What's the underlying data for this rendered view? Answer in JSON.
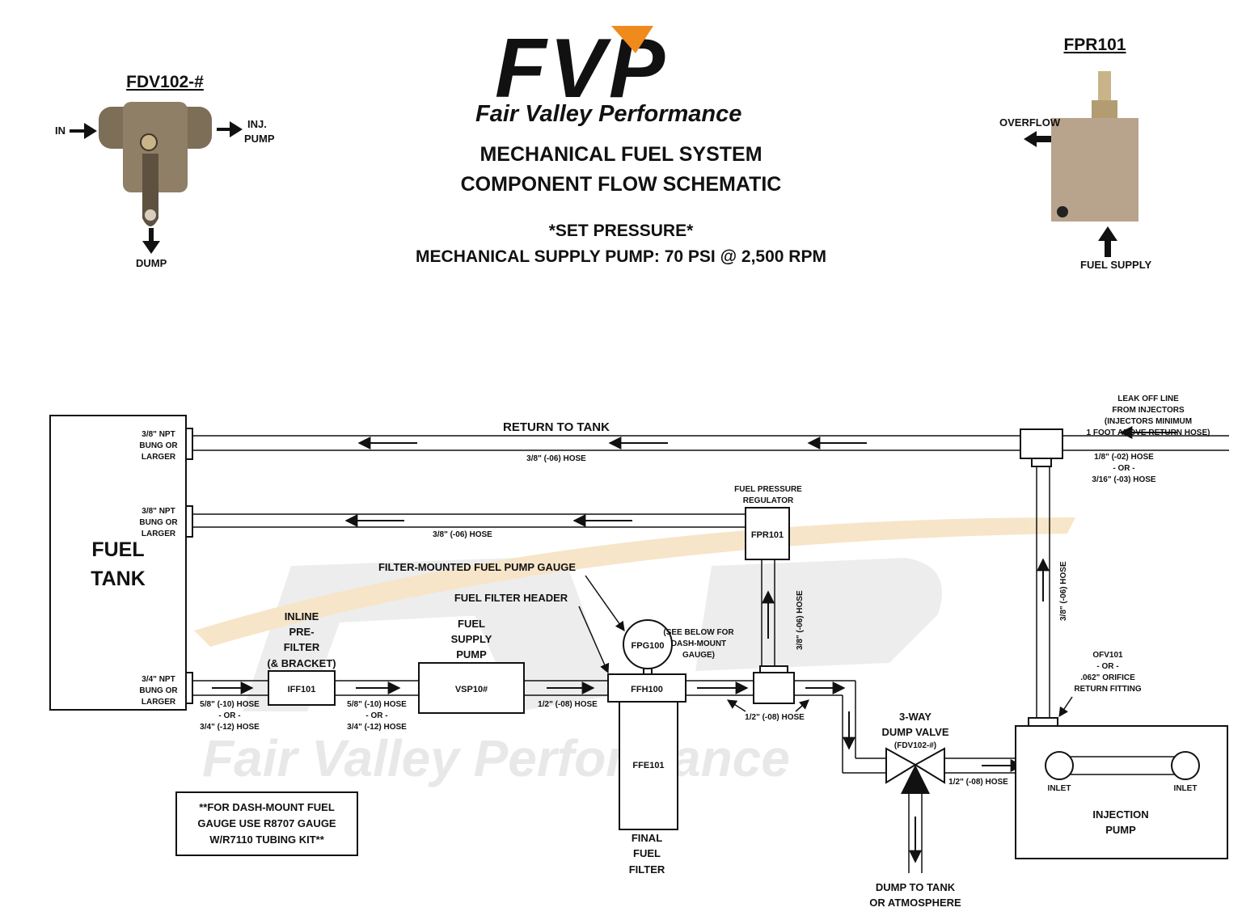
{
  "logo": {
    "letters": "FVP",
    "company": "Fair Valley Performance"
  },
  "title": {
    "line1": "MECHANICAL FUEL SYSTEM",
    "line2": "COMPONENT FLOW SCHEMATIC"
  },
  "pressure": {
    "line1": "*SET PRESSURE*",
    "line2": "MECHANICAL SUPPLY PUMP: 70 PSI @ 2,500 RPM"
  },
  "watermark": "Fair Valley Performance",
  "fdv_inset": {
    "title": "FDV102-#",
    "in": "IN",
    "inj1": "INJ.",
    "inj2": "PUMP",
    "dump": "DUMP"
  },
  "fpr_inset": {
    "title": "FPR101",
    "overflow": "OVERFLOW",
    "fuel_supply": "FUEL SUPPLY"
  },
  "tank": {
    "line1": "FUEL",
    "line2": "TANK",
    "bung_top": [
      "3/8\" NPT",
      "BUNG OR",
      "LARGER"
    ],
    "bung_mid": [
      "3/8\" NPT",
      "BUNG OR",
      "LARGER"
    ],
    "bung_bot": [
      "3/4\" NPT",
      "BUNG OR",
      "LARGER"
    ]
  },
  "return_line": {
    "label": "RETURN TO TANK",
    "hose": "3/8\" (-06) HOSE"
  },
  "regulator_line": {
    "hose": "3/8\" (-06) HOSE"
  },
  "leak_off": {
    "label": [
      "LEAK OFF LINE",
      "FROM INJECTORS",
      "(INJECTORS MINIMUM",
      "1 FOOT ABOVE RETURN HOSE)"
    ],
    "hose": [
      "1/8\" (-02) HOSE",
      "- OR -",
      "3/16\" (-03) HOSE"
    ]
  },
  "regulator": {
    "label1": "FUEL PRESSURE",
    "label2": "REGULATOR",
    "part": "FPR101"
  },
  "reg_vertical_hose": "3/8\" (-06) HOSE",
  "right_vertical_hose": "3/8\" (-06) HOSE",
  "gauge": {
    "label": "FILTER-MOUNTED FUEL PUMP GAUGE",
    "part": "FPG100",
    "note": [
      "(SEE BELOW FOR",
      "DASH-MOUNT",
      "GAUGE)"
    ]
  },
  "header": {
    "label": "FUEL FILTER HEADER",
    "part": "FFH100"
  },
  "prefilter": {
    "label": [
      "INLINE",
      "PRE-",
      "FILTER",
      "(& BRACKET)"
    ],
    "part": "IFF101"
  },
  "supply_pump": {
    "label": [
      "FUEL",
      "SUPPLY",
      "PUMP"
    ],
    "part": "VSP10#"
  },
  "final_filter": {
    "part": "FFE101",
    "label": [
      "FINAL",
      "FUEL",
      "FILTER"
    ]
  },
  "hose_a": [
    "5/8\" (-10) HOSE",
    "- OR -",
    "3/4\" (-12) HOSE"
  ],
  "hose_b": [
    "5/8\" (-10) HOSE",
    "- OR -",
    "3/4\" (-12) HOSE"
  ],
  "hose_c": "1/2\" (-08) HOSE",
  "hose_d": "1/2\" (-08) HOSE",
  "hose_e": "1/2\" (-08) HOSE",
  "dump_valve": {
    "label1": "3-WAY",
    "label2": "DUMP VALVE",
    "part": "(FDV102-#)"
  },
  "dump_out": [
    "DUMP TO TANK",
    "OR ATMOSPHERE"
  ],
  "ofv": [
    "OFV101",
    "- OR -",
    ".062\" ORIFICE",
    "RETURN FITTING"
  ],
  "injection_pump": {
    "label1": "INJECTION",
    "label2": "PUMP",
    "inlet": "INLET"
  },
  "dash_note": [
    "**FOR DASH-MOUNT FUEL",
    "GAUGE USE R8707 GAUGE",
    "W/R7110 TUBING KIT**"
  ],
  "colors": {
    "accent": "#f08a1c",
    "ink": "#111111",
    "watermark": "#e9e9e9",
    "photo_metal": "#8a7a62",
    "photo_block": "#b8a48c"
  }
}
